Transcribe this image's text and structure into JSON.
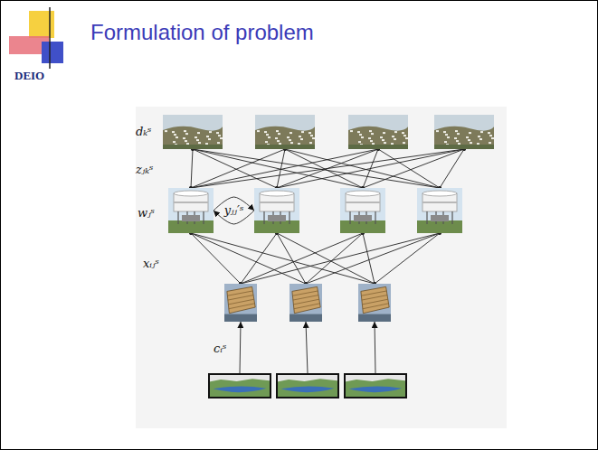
{
  "diagram": {
    "title": "Formulation of problem",
    "nodes": [
      {
        "text": []
      },
      {
        "text": []
      },
      {
        "text": []
      },
      {
        "text": []
      },
      {
        "text": []
      },
      {
        "text": []
      },
      {
        "text": []
      },
      {
        "text": []
      },
      {
        "text": []
      },
      {
        "text": []
      },
      {
        "text": []
      },
      {
        "text": []
      },
      {
        "text": []
      },
      {
        "text": []
      }
    ],
    "edges": [
      {
        "from": 4,
        "to": 0,
        "arrow": "none"
      },
      {
        "from": 4,
        "to": 1,
        "arrow": "none"
      },
      {
        "from": 4,
        "to": 2,
        "arrow": "none"
      },
      {
        "from": 4,
        "to": 3,
        "arrow": "none"
      },
      {
        "from": 5,
        "to": 0,
        "arrow": "none"
      },
      {
        "from": 5,
        "to": 1,
        "arrow": "none"
      },
      {
        "from": 5,
        "to": 2,
        "arrow": "none"
      },
      {
        "from": 5,
        "to": 3,
        "arrow": "none"
      },
      {
        "from": 6,
        "to": 0,
        "arrow": "none"
      },
      {
        "from": 6,
        "to": 1,
        "arrow": "none"
      },
      {
        "from": 6,
        "to": 2,
        "arrow": "none"
      },
      {
        "from": 6,
        "to": 3,
        "arrow": "none"
      },
      {
        "from": 7,
        "to": 0,
        "arrow": "none"
      },
      {
        "from": 7,
        "to": 1,
        "arrow": "none"
      },
      {
        "from": 7,
        "to": 2,
        "arrow": "none"
      },
      {
        "from": 7,
        "to": 3,
        "arrow": "none"
      },
      {
        "from": 4,
        "to": 5,
        "arrow": "to",
        "label": "yⱼⱼ′ˢ"
      },
      {
        "from": 5,
        "to": 4,
        "arrow": "to"
      },
      {
        "from": 8,
        "to": 4,
        "arrow": "none"
      },
      {
        "from": 8,
        "to": 5,
        "arrow": "none"
      },
      {
        "from": 8,
        "to": 6,
        "arrow": "none"
      },
      {
        "from": 8,
        "to": 7,
        "arrow": "none"
      },
      {
        "from": 9,
        "to": 4,
        "arrow": "none"
      },
      {
        "from": 9,
        "to": 5,
        "arrow": "none"
      },
      {
        "from": 9,
        "to": 6,
        "arrow": "none"
      },
      {
        "from": 9,
        "to": 7,
        "arrow": "none"
      },
      {
        "from": 10,
        "to": 4,
        "arrow": "none"
      },
      {
        "from": 10,
        "to": 5,
        "arrow": "none"
      },
      {
        "from": 10,
        "to": 6,
        "arrow": "none"
      },
      {
        "from": 10,
        "to": 7,
        "arrow": "none"
      },
      {
        "from": 11,
        "to": 8,
        "arrow": "to"
      },
      {
        "from": 12,
        "to": 9,
        "arrow": "to"
      },
      {
        "from": 13,
        "to": 10,
        "arrow": "to"
      }
    ],
    "labels": [
      "DEIO",
      "dₖˢ",
      "zⱼₖˢ",
      "wⱼˢ",
      "xᵢⱼˢ",
      "cᵢˢ"
    ]
  }
}
